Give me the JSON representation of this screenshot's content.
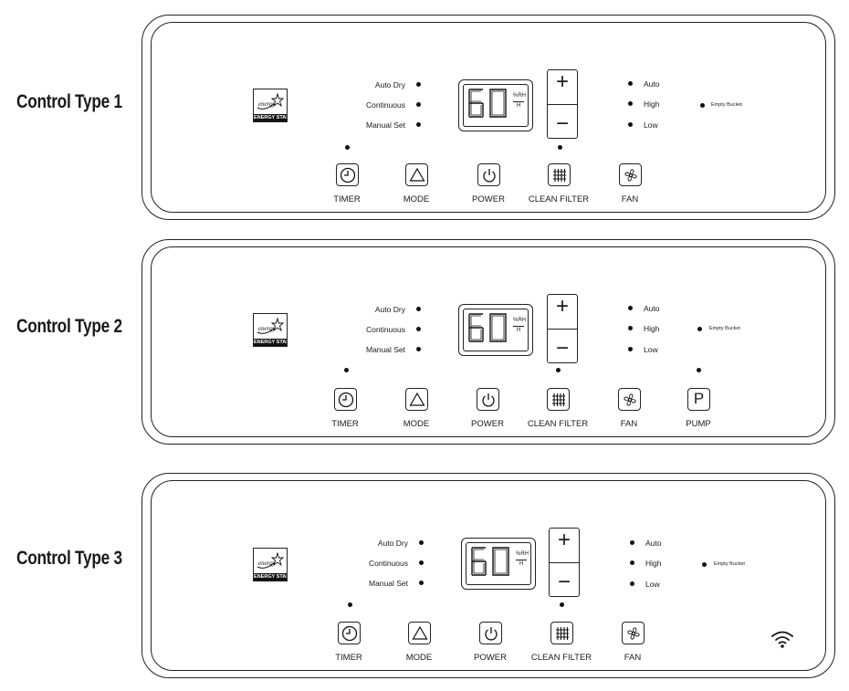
{
  "panels": [
    {
      "label": "Control Type 1",
      "energy": "ENERGY STAR",
      "modes": [
        "Auto Dry",
        "Continuous",
        "Manual Set"
      ],
      "display": {
        "value": "60",
        "unit_top": "%RH",
        "unit_bottom": "H"
      },
      "adjust": {
        "plus": "+",
        "minus": "−"
      },
      "fan_speeds": [
        "Auto",
        "High",
        "Low"
      ],
      "bucket": "Empty Bucket",
      "buttons": [
        "TIMER",
        "MODE",
        "POWER",
        "CLEAN FILTER",
        "FAN"
      ]
    },
    {
      "label": "Control Type 2",
      "energy": "ENERGY STAR",
      "modes": [
        "Auto Dry",
        "Continuous",
        "Manual Set"
      ],
      "display": {
        "value": "60",
        "unit_top": "%RH",
        "unit_bottom": "H"
      },
      "adjust": {
        "plus": "+",
        "minus": "−"
      },
      "fan_speeds": [
        "Auto",
        "High",
        "Low"
      ],
      "bucket": "Empty Bucket",
      "buttons": [
        "TIMER",
        "MODE",
        "POWER",
        "CLEAN FILTER",
        "FAN",
        "PUMP"
      ],
      "pump_icon_letter": "P"
    },
    {
      "label": "Control Type 3",
      "energy": "ENERGY STAR",
      "modes": [
        "Auto Dry",
        "Continuous",
        "Manual Set"
      ],
      "display": {
        "value": "60",
        "unit_top": "%RH",
        "unit_bottom": "H"
      },
      "adjust": {
        "plus": "+",
        "minus": "−"
      },
      "fan_speeds": [
        "Auto",
        "High",
        "Low"
      ],
      "bucket": "Empty Bucket",
      "buttons": [
        "TIMER",
        "MODE",
        "POWER",
        "CLEAN FILTER",
        "FAN"
      ],
      "wifi_icon": "wifi-icon"
    }
  ]
}
